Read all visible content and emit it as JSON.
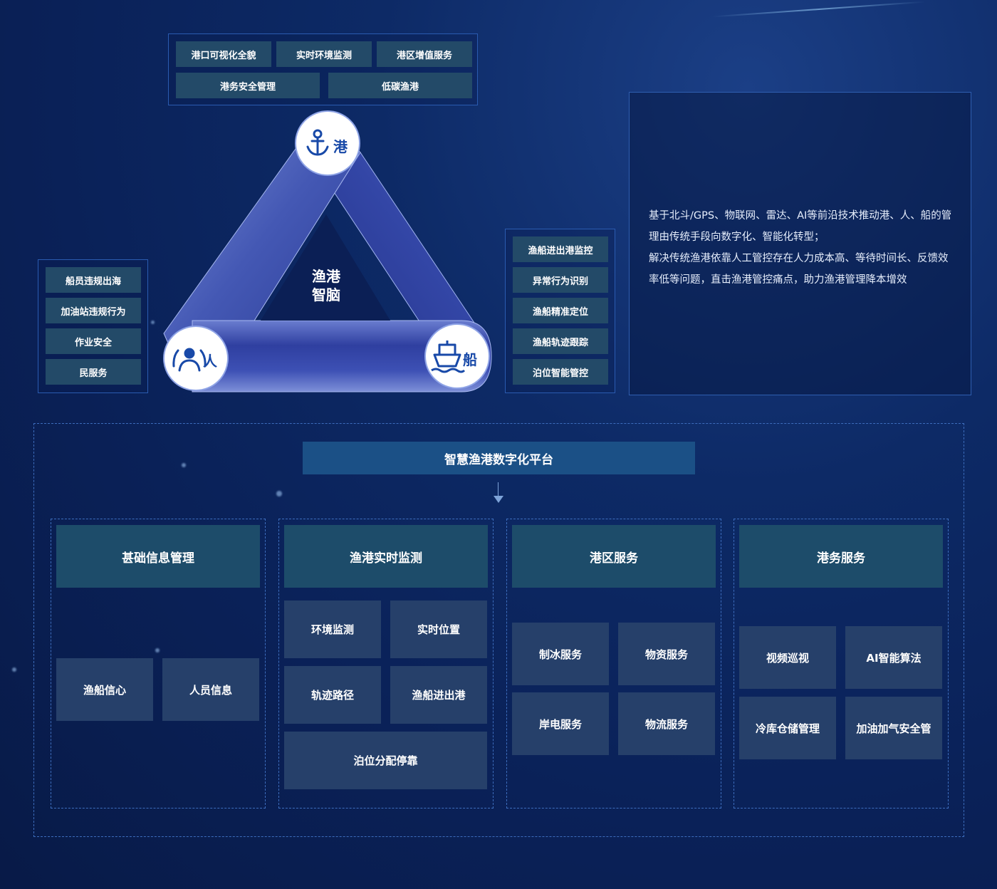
{
  "top_features": [
    "港口可视化全貌",
    "实时环境监测",
    "港区增值服务",
    "港务安全管理",
    "低碳渔港"
  ],
  "left_features": [
    "船员违规出海",
    "加油站违规行为",
    "作业安全",
    "民服务"
  ],
  "right_features": [
    "渔船进出港监控",
    "异常行为识别",
    "渔船精准定位",
    "渔船轨迹跟踪",
    "泊位智能管控"
  ],
  "triangle": {
    "center_line1": "渔港",
    "center_line2": "智脑",
    "port_label": "港",
    "people_label": "人",
    "ship_label": "船"
  },
  "description": {
    "para1": "基于北斗/GPS、物联网、雷达、AI等前沿技术推动港、人、船的管理由传统手段向数字化、智能化转型；",
    "para2": "解决传统渔港依靠人工管控存在人力成本高、等待时间长、反馈效率低等问题，直击渔港管控痛点，助力渔港管理降本增效"
  },
  "platform": {
    "title": "智慧渔港数字化平台",
    "modules": [
      {
        "title": "甚础信息管理",
        "items": [
          "渔船信心",
          "人员信息"
        ]
      },
      {
        "title": "渔港实时监测",
        "items": [
          "环境监测",
          "实时位置",
          "轨迹路径",
          "渔船进出港",
          "泊位分配停靠"
        ]
      },
      {
        "title": "港区服务",
        "items": [
          "制冰服务",
          "物资服务",
          "岸电服务",
          "物流服务"
        ]
      },
      {
        "title": "港务服务",
        "items": [
          "视频巡视",
          "AI智能算法",
          "冷库仓储管理",
          "加油加气安全管"
        ]
      }
    ]
  },
  "colors": {
    "background": "#0a2158",
    "chip": "#234a68",
    "module_head": "#1d4c6a",
    "cell": "#26406a",
    "icon_blue": "#1849a8"
  }
}
